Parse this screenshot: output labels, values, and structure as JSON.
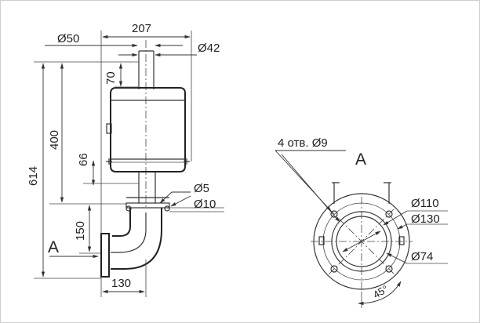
{
  "side_view": {
    "dim_width_total": "207",
    "dim_dia_50": "Ø50",
    "dim_dia_42": "Ø42",
    "dim_70": "70",
    "dim_400": "400",
    "dim_614": "614",
    "dim_66": "66",
    "dim_150": "150",
    "dim_130": "130",
    "dim_dia_5": "Ø5",
    "dim_dia_10": "Ø10",
    "view_arrow_label": "A"
  },
  "flange_view": {
    "view_label": "A",
    "holes_note": "4 отв. Ø9",
    "dim_dia_110": "Ø110",
    "dim_dia_130": "Ø130",
    "dim_dia_74": "Ø74",
    "dim_angle_45": "45°"
  }
}
